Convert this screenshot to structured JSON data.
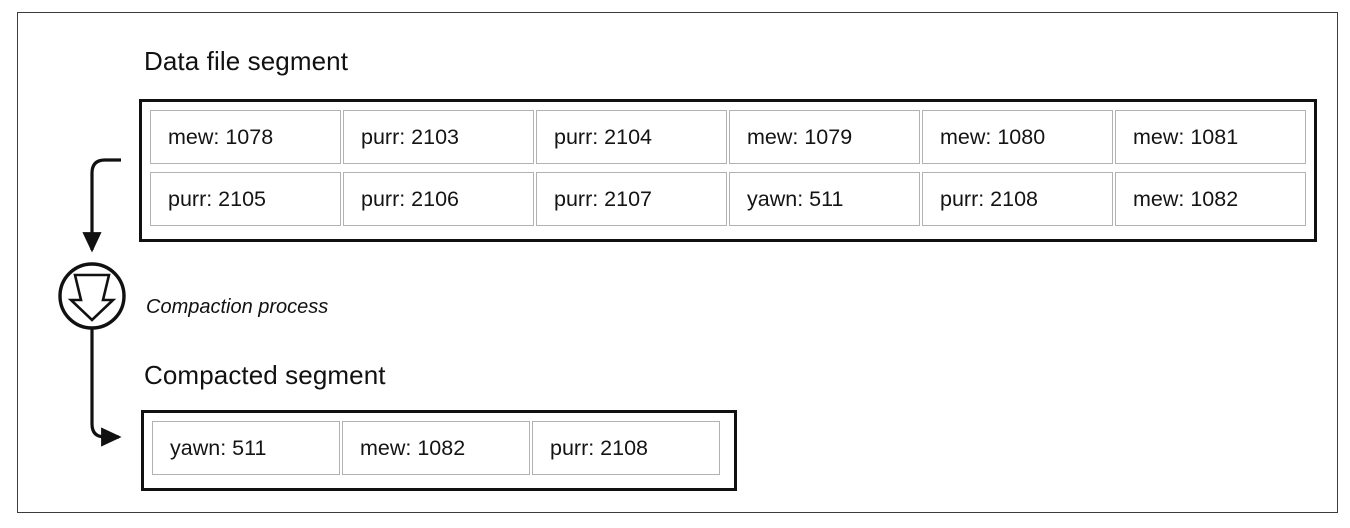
{
  "figure": {
    "data_file": {
      "title": "Data file segment",
      "rows": [
        [
          "mew: 1078",
          "purr: 2103",
          "purr: 2104",
          "mew: 1079",
          "mew: 1080",
          "mew: 1081"
        ],
        [
          "purr: 2105",
          "purr: 2106",
          "purr: 2107",
          "yawn: 511",
          "purr: 2108",
          "mew: 1082"
        ]
      ]
    },
    "process": {
      "label": "Compaction process",
      "icon": "down-arrow-in-circle-icon"
    },
    "compacted": {
      "title": "Compacted segment",
      "rows": [
        [
          "yawn: 511",
          "mew: 1082",
          "purr: 2108"
        ]
      ]
    },
    "colors": {
      "frame_border": "#3c3c3c",
      "box_border": "#111111",
      "cell_border": "#b2b2b2",
      "text": "#141414",
      "background": "#ffffff"
    }
  }
}
